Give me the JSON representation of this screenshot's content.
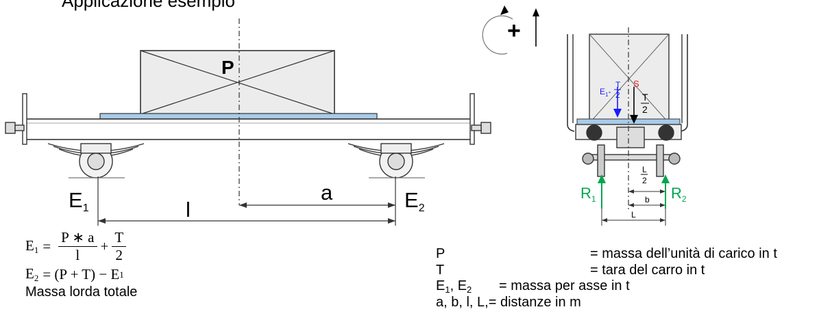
{
  "title": "Applicazione esempio",
  "labels": {
    "P_box": "P",
    "E1_main": "E",
    "E1_sub": "1",
    "E2_main": "E",
    "E2_sub": "2",
    "a": "a",
    "l": "l",
    "plus": "+",
    "S": "S",
    "E1_small": "E",
    "E1_small_sub": "1",
    "minus": "-",
    "T": "T",
    "two": "2",
    "L": "L",
    "b": "b",
    "R1": "R",
    "R1_sub": "1",
    "R2": "R",
    "R2_sub": "2"
  },
  "formulas": {
    "e1_lhs": "E",
    "e1_lhs_sub": "1",
    "e1_eq": "=",
    "e1_num1": "P ∗ a",
    "e1_den1": "l",
    "e1_plus": "+",
    "e1_num2": "T",
    "e1_den2": "2",
    "e2_lhs": "E",
    "e2_lhs_sub": "2",
    "e2_rhs": "= (P + T) − E",
    "e2_rhs_sub": "1",
    "total": "Massa lorda totale"
  },
  "legend": [
    {
      "sym": "P",
      "def": "= massa dell’unità di carico in t"
    },
    {
      "sym": "T",
      "def": "= tara del carro in t"
    },
    {
      "sym_html": "E1, E2",
      "def": "= massa per asse in t"
    },
    {
      "sym": "a, b, l, L,",
      "def": "= distanze in m"
    }
  ],
  "colors": {
    "blue": "#1a1aff",
    "green": "#00a651",
    "red": "#e02020",
    "platform": "#a9cbe8"
  }
}
